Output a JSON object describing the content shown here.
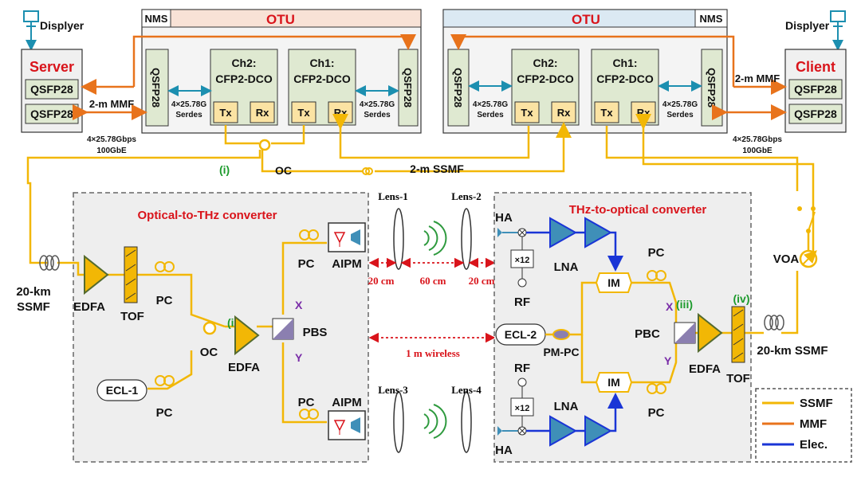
{
  "labels": {
    "displayer_left": "Displyer",
    "displayer_right": "Displyer",
    "server": "Server",
    "client": "Client",
    "qsfp28": "QSFP28",
    "nms": "NMS",
    "otu": "OTU",
    "ch2": "Ch2:",
    "ch1": "Ch1:",
    "cfp2dco": "CFP2-DCO",
    "tx": "Tx",
    "rx": "Rx",
    "serdes_rate": "4×25.78G",
    "serdes": "Serdes",
    "mmf_2m": "2-m MMF",
    "gbps": "4×25.78Gbps",
    "gbe": "100GbE",
    "oc": "OC",
    "ssmf_2m": "2-m SSMF",
    "stage_i": "(i)",
    "stage_ii": "(ii)",
    "stage_iii": "(iii)",
    "stage_iv": "(iv)",
    "o2t_title": "Optical-to-THz converter",
    "t2o_title": "THz-to-optical converter",
    "ssmf_20km_a": "20-km",
    "ssmf_20km_b": "SSMF",
    "ssmf_20km_right": "20-km SSMF",
    "edfa": "EDFA",
    "tof": "TOF",
    "pc": "PC",
    "pbs": "PBS",
    "pbc": "PBC",
    "x": "X",
    "y": "Y",
    "ecl1": "ECL-1",
    "ecl2": "ECL-2",
    "pmpc": "PM-PC",
    "aipm": "AIPM",
    "lens1": "Lens-1",
    "lens2": "Lens-2",
    "lens3": "Lens-3",
    "lens4": "Lens-4",
    "cm20a": "20 cm",
    "cm60": "60 cm",
    "cm20b": "20 cm",
    "wireless": "1 m wireless",
    "ha": "HA",
    "x12": "×12",
    "rf": "RF",
    "lna": "LNA",
    "im": "IM",
    "voa": "VOA"
  },
  "legend": [
    {
      "label": "SSMF",
      "color": "#f2b705"
    },
    {
      "label": "MMF",
      "color": "#e8731c"
    },
    {
      "label": "Elec.",
      "color": "#1a35d6"
    }
  ],
  "colors": {
    "ssmf": "#f2b705",
    "mmf": "#e8731c",
    "elec": "#1a35d6",
    "red_text": "#d9141b",
    "serdes_arrow": "#1c8fb0",
    "stage_green": "#1c9a2c"
  }
}
